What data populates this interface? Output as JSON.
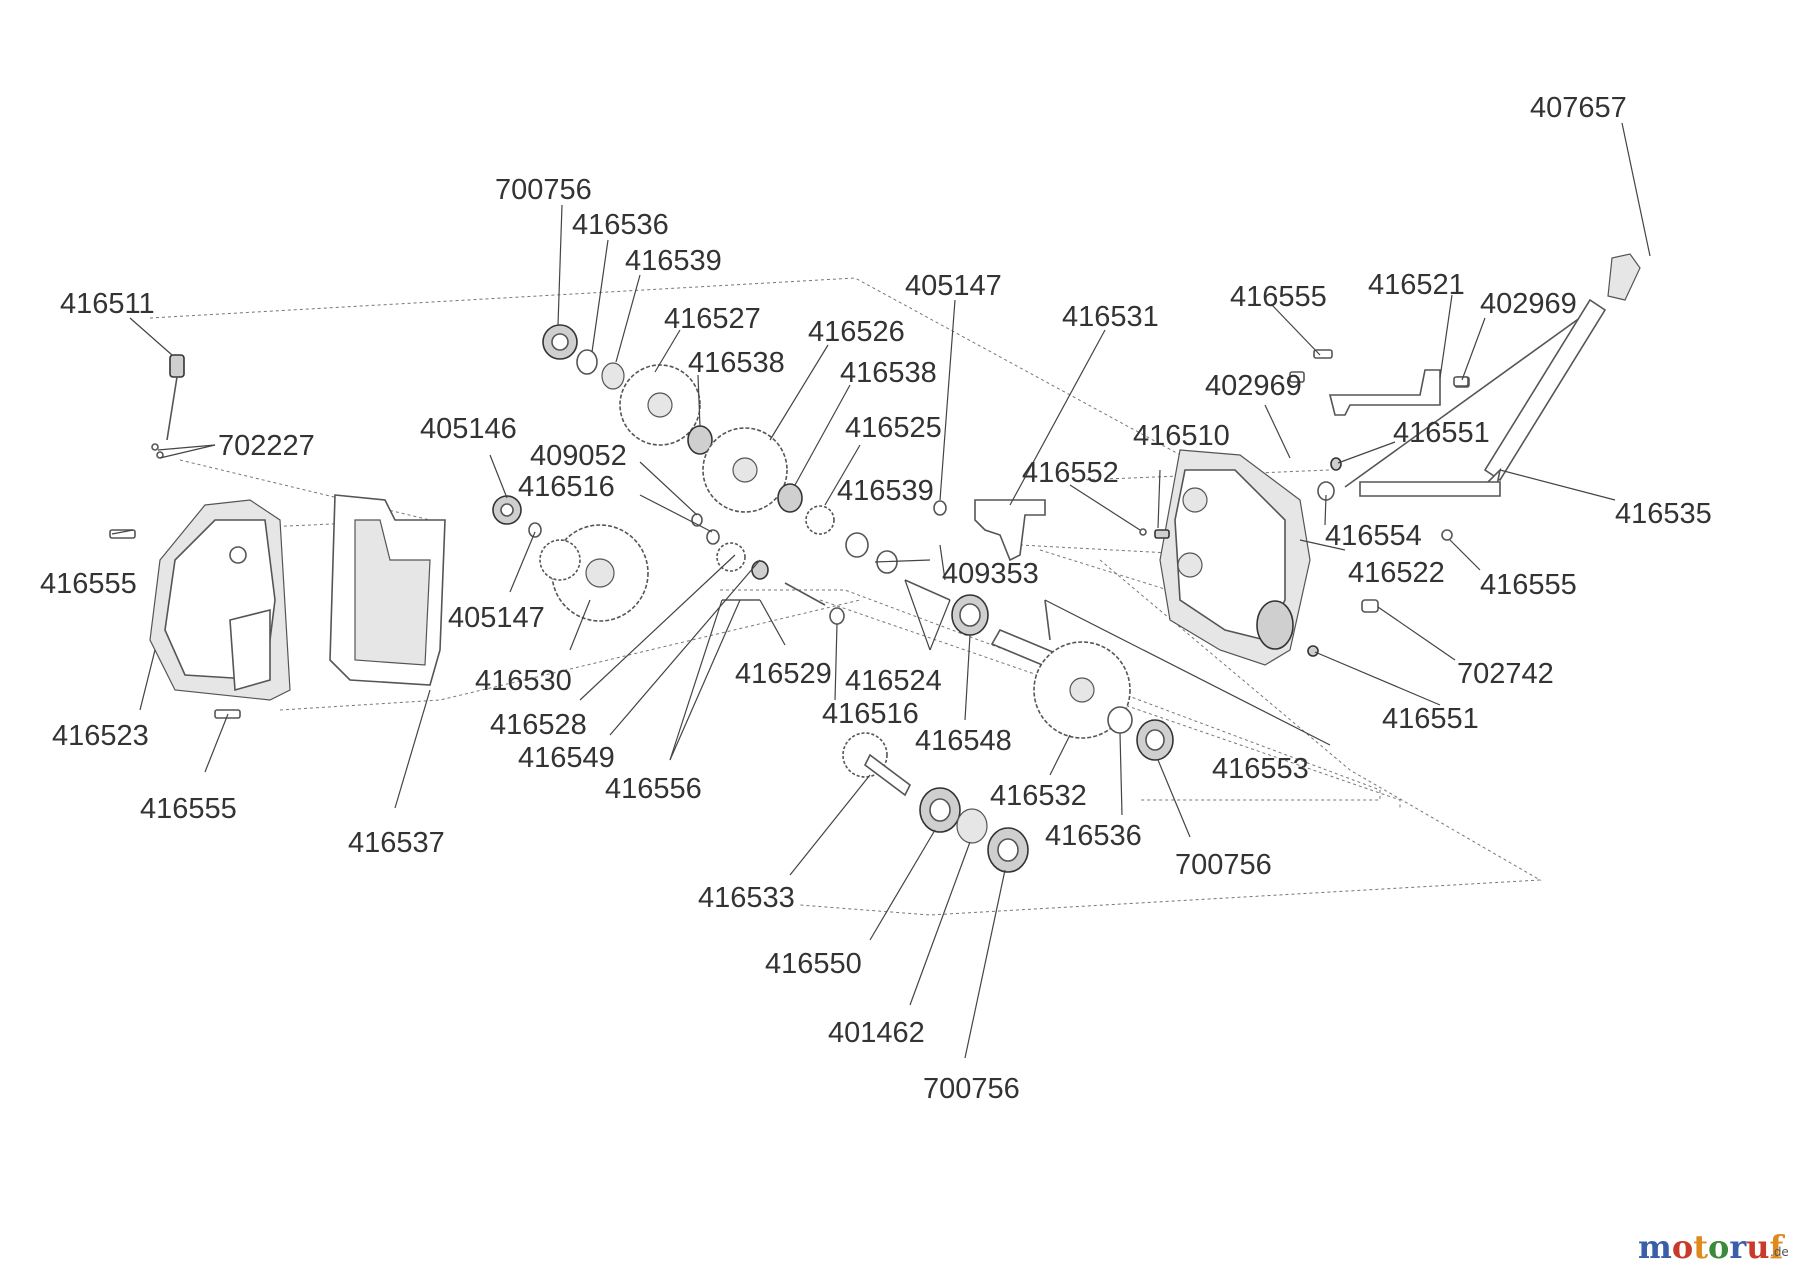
{
  "watermark": {
    "text": "motoruf",
    "suffix": ".de",
    "letter_colors": [
      "#3b5ea8",
      "#c83a2a",
      "#e08a1e",
      "#3b8a3b",
      "#3b5ea8",
      "#c83a2a",
      "#e08a1e"
    ]
  },
  "parts": [
    "407657",
    "700756",
    "416536",
    "416539",
    "416511",
    "702227",
    "416527",
    "405147",
    "416526",
    "416538",
    "416538",
    "416531",
    "416555",
    "416521",
    "402969",
    "402969",
    "405146",
    "409052",
    "416516",
    "416525",
    "416539",
    "416552",
    "416510",
    "416551",
    "416535",
    "416554",
    "416522",
    "409353",
    "416555",
    "416555",
    "405147",
    "416530",
    "416529",
    "416524",
    "702742",
    "416528",
    "416549",
    "416556",
    "416516",
    "416548",
    "416551",
    "416523",
    "416553",
    "416532",
    "416555",
    "416537",
    "416536",
    "700756",
    "416533",
    "416550",
    "401462",
    "700756"
  ]
}
